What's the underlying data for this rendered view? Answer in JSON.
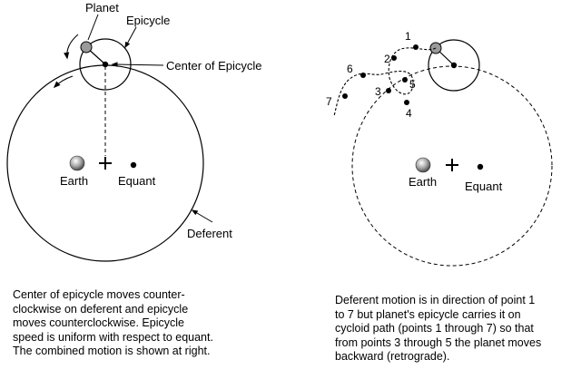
{
  "left_figure": {
    "labels": {
      "planet": "Planet",
      "epicycle": "Epicycle",
      "center_of_epicycle": "Center of Epicycle",
      "earth": "Earth",
      "equant": "Equant",
      "deferent": "Deferent"
    },
    "caption_lines": [
      "Center of epicycle moves counter-",
      "clockwise on deferent and epicycle",
      "moves counterclockwise. Epicycle",
      "speed is uniform with respect to equant.",
      "The combined motion is shown at right."
    ]
  },
  "right_figure": {
    "labels": {
      "earth": "Earth",
      "equant": "Equant"
    },
    "points": [
      "1",
      "2",
      "3",
      "4",
      "5",
      "6",
      "7"
    ],
    "caption_lines": [
      "Deferent motion is in direction of point 1",
      "to 7 but planet's epicycle carries it on",
      "cycloid path (points 1 through 7) so that",
      "from points 3 through 5 the planet moves",
      "backward (retrograde)."
    ]
  },
  "colors": {
    "ink": "#000000",
    "planet_fill": "#9a9a9a",
    "background": "#ffffff"
  }
}
